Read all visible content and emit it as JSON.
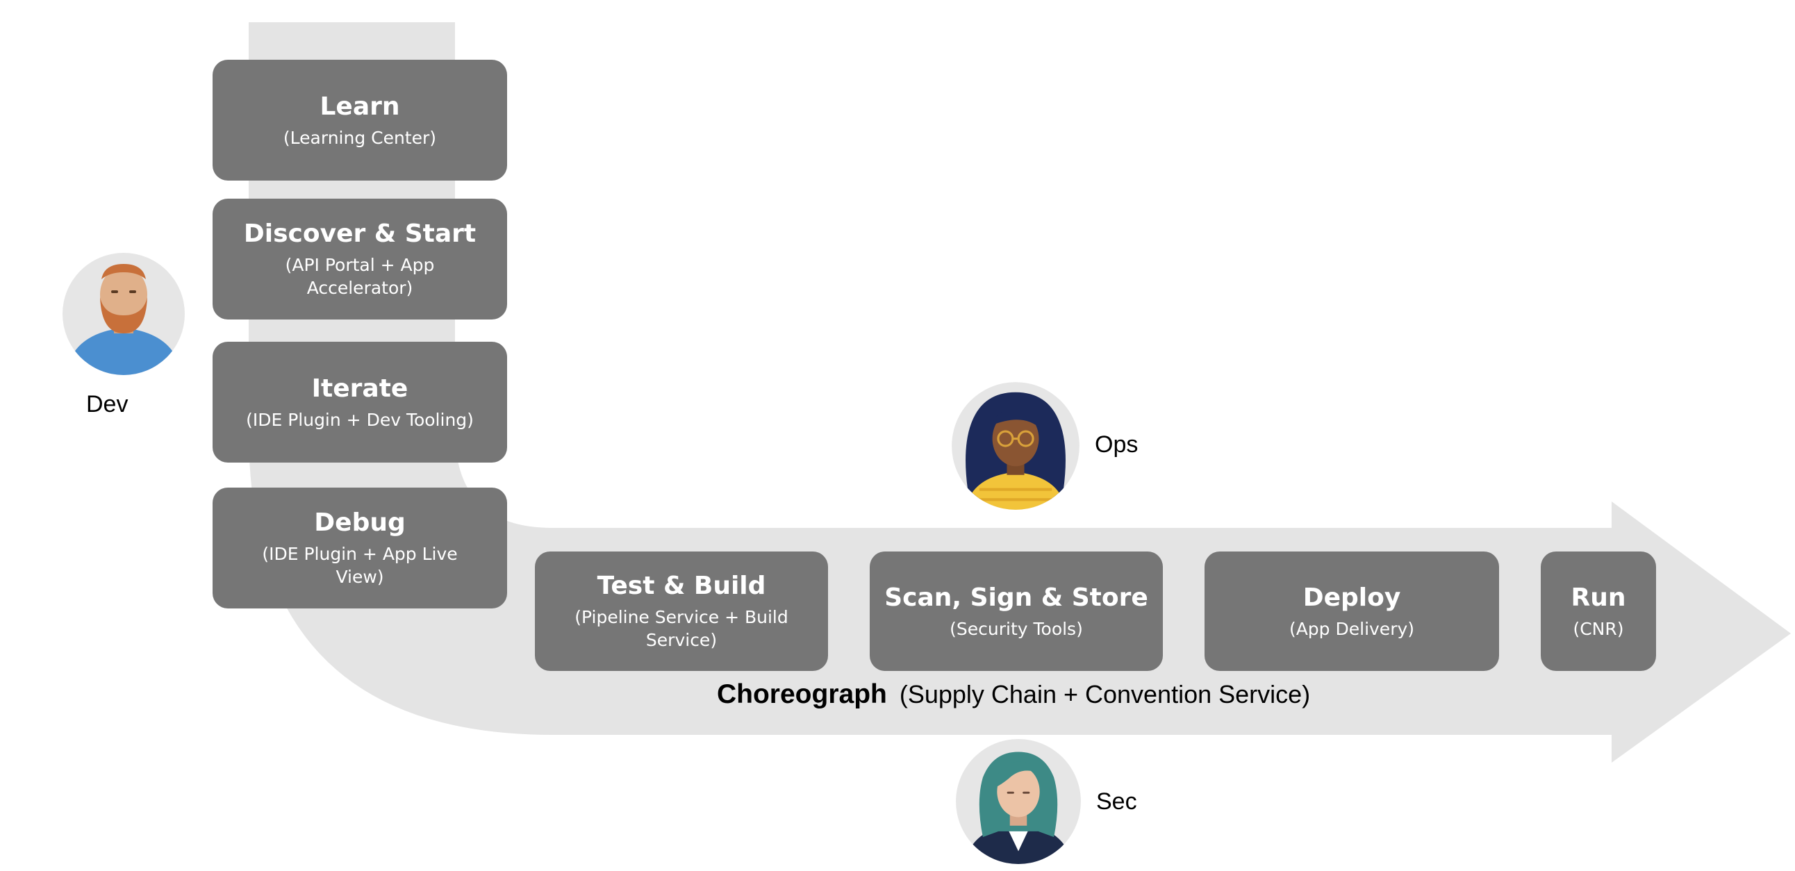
{
  "dev_stages": [
    {
      "title": "Learn",
      "subtitle": "(Learning Center)"
    },
    {
      "title": "Discover & Start",
      "subtitle": "(API Portal + App Accelerator)"
    },
    {
      "title": "Iterate",
      "subtitle": "(IDE Plugin + Dev Tooling)"
    },
    {
      "title": "Debug",
      "subtitle": "(IDE Plugin + App Live View)"
    }
  ],
  "pipeline_stages": [
    {
      "title": "Test & Build",
      "subtitle": "(Pipeline Service + Build Service)"
    },
    {
      "title": "Scan, Sign & Store",
      "subtitle": "(Security Tools)"
    },
    {
      "title": "Deploy",
      "subtitle": "(App Delivery)"
    },
    {
      "title": "Run",
      "subtitle": "(CNR)"
    }
  ],
  "choreograph": {
    "title": "Choreograph",
    "subtitle": "(Supply Chain + Convention Service)"
  },
  "personas": {
    "dev": {
      "label": "Dev"
    },
    "ops": {
      "label": "Ops"
    },
    "sec": {
      "label": "Sec"
    }
  },
  "colors": {
    "arrow": "#e4e4e4",
    "box": "#767676",
    "box_text": "#ffffff",
    "avatar_circle": "#e6e6e6",
    "dev_shirt": "#4b8fd0",
    "dev_hair": "#c8703a",
    "ops_hair": "#1c2a5a",
    "ops_shirt": "#f2c43a",
    "sec_hair": "#3d8a86",
    "sec_jacket": "#1e2b4a"
  }
}
